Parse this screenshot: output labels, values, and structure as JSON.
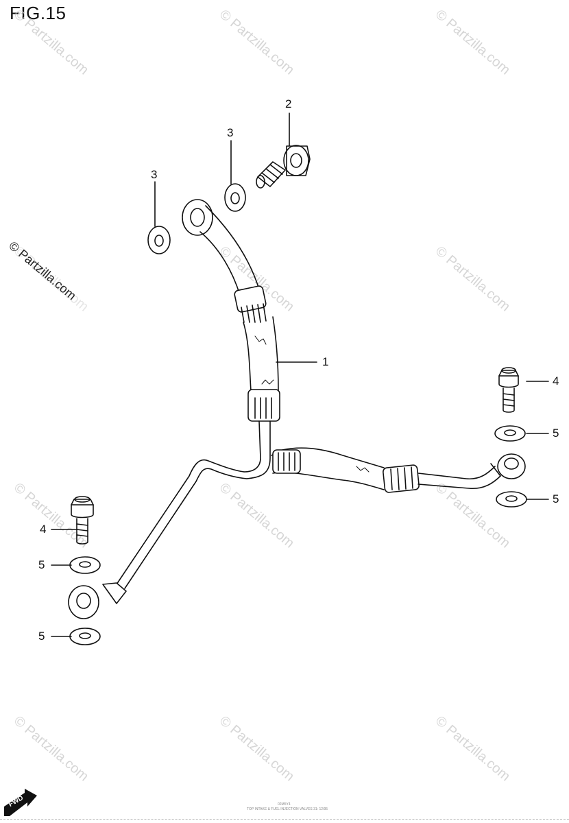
{
  "figure": {
    "title": "FIG.15"
  },
  "watermarks": [
    "© Partzilla.com",
    "© Partzilla.com",
    "© Partzilla.com",
    "© Partzilla.com",
    "© Partzilla.com",
    "© Partzilla.com",
    "© Partzilla.com",
    "© Partzilla.com",
    "© Partzilla.com",
    "© Partzilla.com",
    "© Partzilla.com",
    "© Partzilla.com"
  ],
  "side_watermark": "© Partzilla.com",
  "callouts": [
    "1",
    "2",
    "3",
    "3",
    "4",
    "4",
    "5",
    "5",
    "5",
    "5"
  ],
  "fwd_label": "FWD",
  "footnote_top": "02M5Y4",
  "footnote_bottom": "TOP INTAKE & FUEL INJECTION VALVES 31: 12/95"
}
